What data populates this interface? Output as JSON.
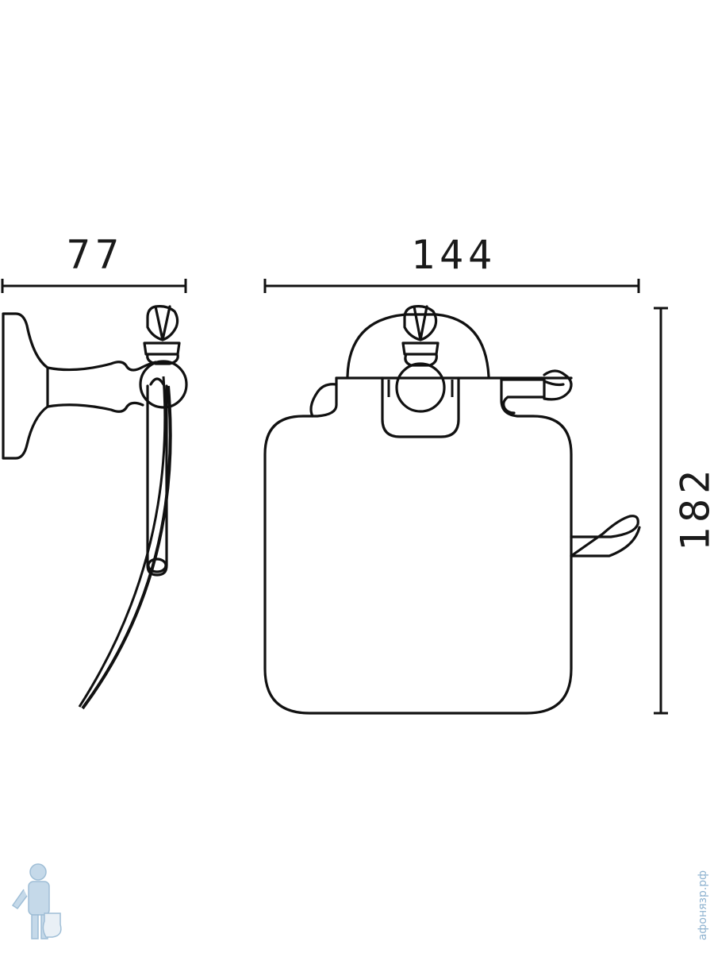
{
  "dimensions": {
    "depth": "77",
    "width": "144",
    "height": "182"
  },
  "watermark": {
    "text": "афонязр.рф",
    "logo_icon": "plumber-with-toilet-icon"
  }
}
